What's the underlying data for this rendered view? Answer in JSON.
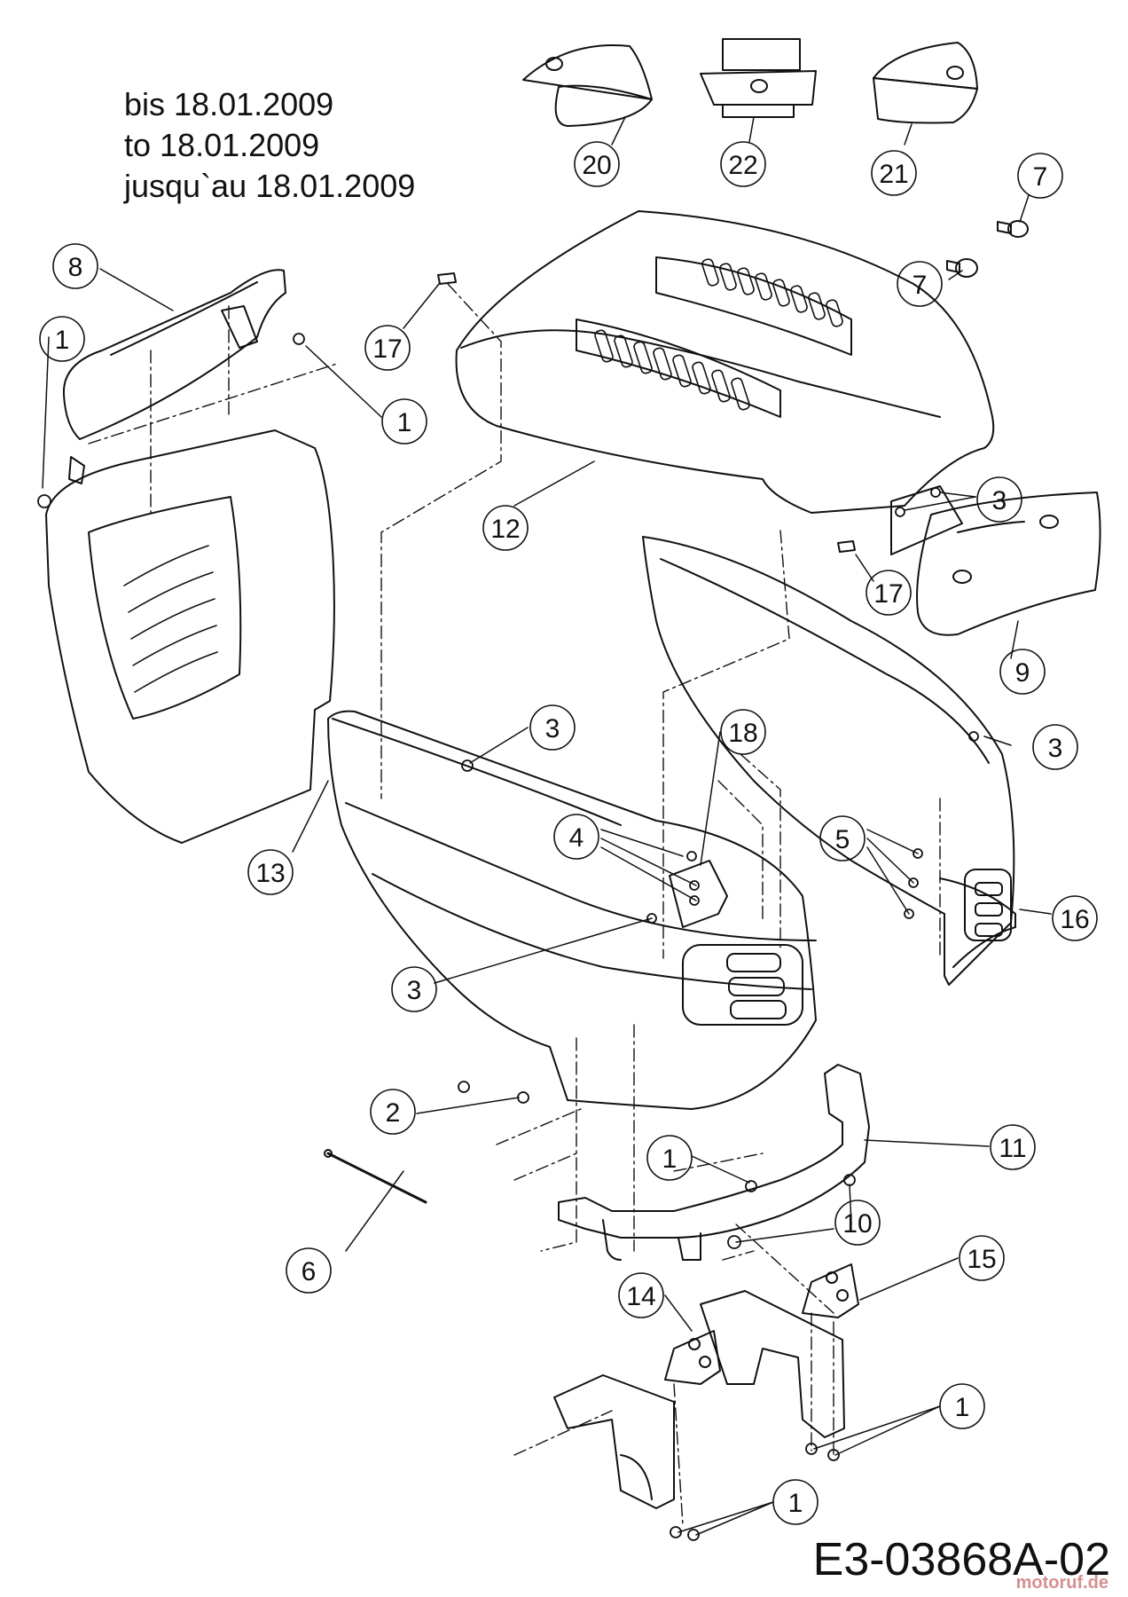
{
  "header": {
    "line_de": "bis 18.01.2009",
    "line_en": "to 18.01.2009",
    "line_fr": "jusqu`au 18.01.2009"
  },
  "drawing_code": "E3-03868A-02",
  "watermark": "motoruf.de",
  "callouts": {
    "c20": "20",
    "c22": "22",
    "c21": "21",
    "c7a": "7",
    "c7b": "7",
    "c8": "8",
    "c1a": "1",
    "c1b": "1",
    "c17a": "17",
    "c12": "12",
    "c3a": "3",
    "c17b": "17",
    "c9": "9",
    "c3b": "3",
    "c18": "18",
    "c3c": "3",
    "c13": "13",
    "c4": "4",
    "c5": "5",
    "c16": "16",
    "c3d": "3",
    "c2": "2",
    "c11": "11",
    "c1c": "1",
    "c10": "10",
    "c6": "6",
    "c15": "15",
    "c14": "14",
    "c1d": "1",
    "c1e": "1"
  },
  "colors": {
    "line": "#111111",
    "paper": "#ffffff",
    "watermark": "#c96a6a"
  }
}
